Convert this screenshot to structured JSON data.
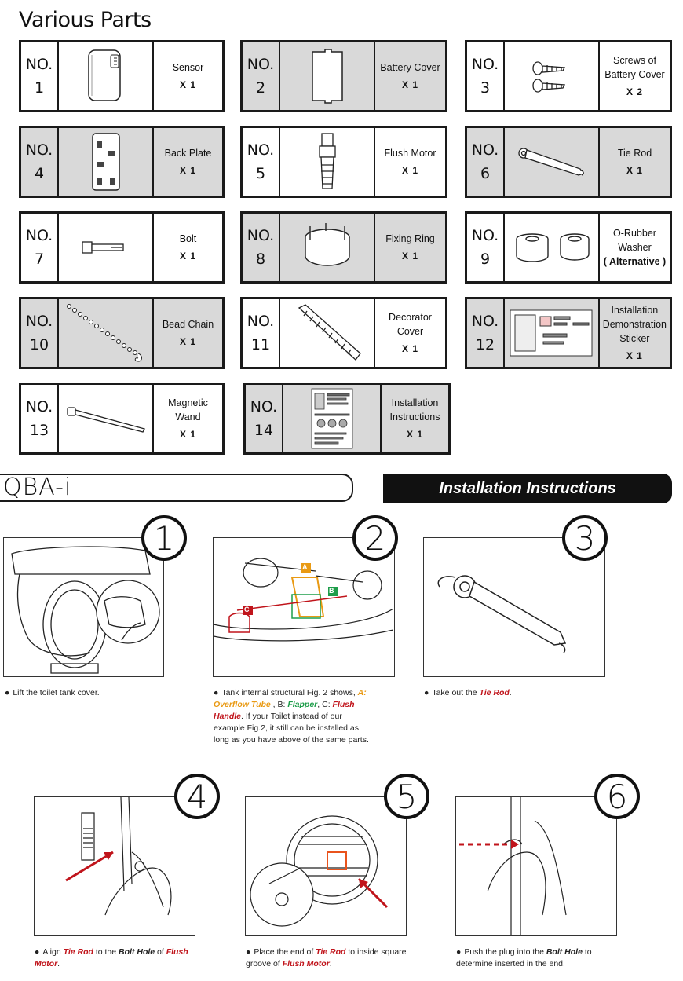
{
  "parts_title": "Various Parts",
  "no_label": "NO.",
  "parts": [
    {
      "no": "1",
      "name": "Sensor",
      "qty": "X 1",
      "icon": "sensor-icon"
    },
    {
      "no": "2",
      "name": "Battery Cover",
      "qty": "X 1",
      "icon": "battery-cover-icon"
    },
    {
      "no": "3",
      "name": "Screws of Battery Cover",
      "qty": "X 2",
      "icon": "screws-icon"
    },
    {
      "no": "4",
      "name": "Back Plate",
      "qty": "X 1",
      "icon": "back-plate-icon"
    },
    {
      "no": "5",
      "name": "Flush Motor",
      "qty": "X 1",
      "icon": "flush-motor-icon"
    },
    {
      "no": "6",
      "name": "Tie Rod",
      "qty": "X 1",
      "icon": "tie-rod-icon"
    },
    {
      "no": "7",
      "name": "Bolt",
      "qty": "X 1",
      "icon": "bolt-icon"
    },
    {
      "no": "8",
      "name": "Fixing Ring",
      "qty": "X 1",
      "icon": "fixing-ring-icon"
    },
    {
      "no": "9",
      "name": "O-Rubber Washer",
      "note": "( Alternative )",
      "icon": "washer-icon"
    },
    {
      "no": "10",
      "name": "Bead Chain",
      "qty": "X 1",
      "icon": "bead-chain-icon"
    },
    {
      "no": "11",
      "name": "Decorator Cover",
      "qty": "X 1",
      "icon": "decorator-cover-icon"
    },
    {
      "no": "12",
      "name": "Installation Demonstration Sticker",
      "qty": "X 1",
      "icon": "sticker-icon"
    },
    {
      "no": "13",
      "name": "Magnetic Wand",
      "qty": "X 1",
      "icon": "magnetic-wand-icon"
    },
    {
      "no": "14",
      "name": "Installation Instructions",
      "qty": "X 1",
      "icon": "instructions-sheet-icon"
    }
  ],
  "brand": "QBA-i",
  "install_title": "Installation Instructions",
  "steps": [
    {
      "num": "1",
      "caption": [
        "Lift the toilet tank cover."
      ]
    },
    {
      "num": "2",
      "caption": [
        "Tank internal structural Fig. 2 shows, ",
        "A: Overflow Tube",
        " , B: ",
        "Flapper",
        ", C: ",
        "Flush Handle",
        ".  If your Toilet instead of our example Fig.2, it still can be installed as long as you have above of the same parts."
      ]
    },
    {
      "num": "3",
      "caption": [
        "Take out the ",
        "Tie Rod",
        "."
      ]
    },
    {
      "num": "4",
      "caption": [
        "Align ",
        "Tie Rod",
        " to the ",
        "Bolt Hole",
        " of ",
        "Flush Motor",
        "."
      ]
    },
    {
      "num": "5",
      "caption": [
        "Place the end of ",
        "Tie Rod",
        " to inside square groove of ",
        "Flush Motor",
        "."
      ]
    },
    {
      "num": "6",
      "caption": [
        "Push the plug into the ",
        "Bolt Hole",
        " to determine inserted in the end."
      ]
    }
  ],
  "fig2_labels": [
    "A",
    "B",
    "C"
  ],
  "colors": {
    "highlight_red": "#c0141b",
    "overflow_orange": "#e99a14",
    "flapper_green": "#1e9d4a",
    "panel_gray": "#d9d9d9",
    "banner_black": "#111111"
  }
}
